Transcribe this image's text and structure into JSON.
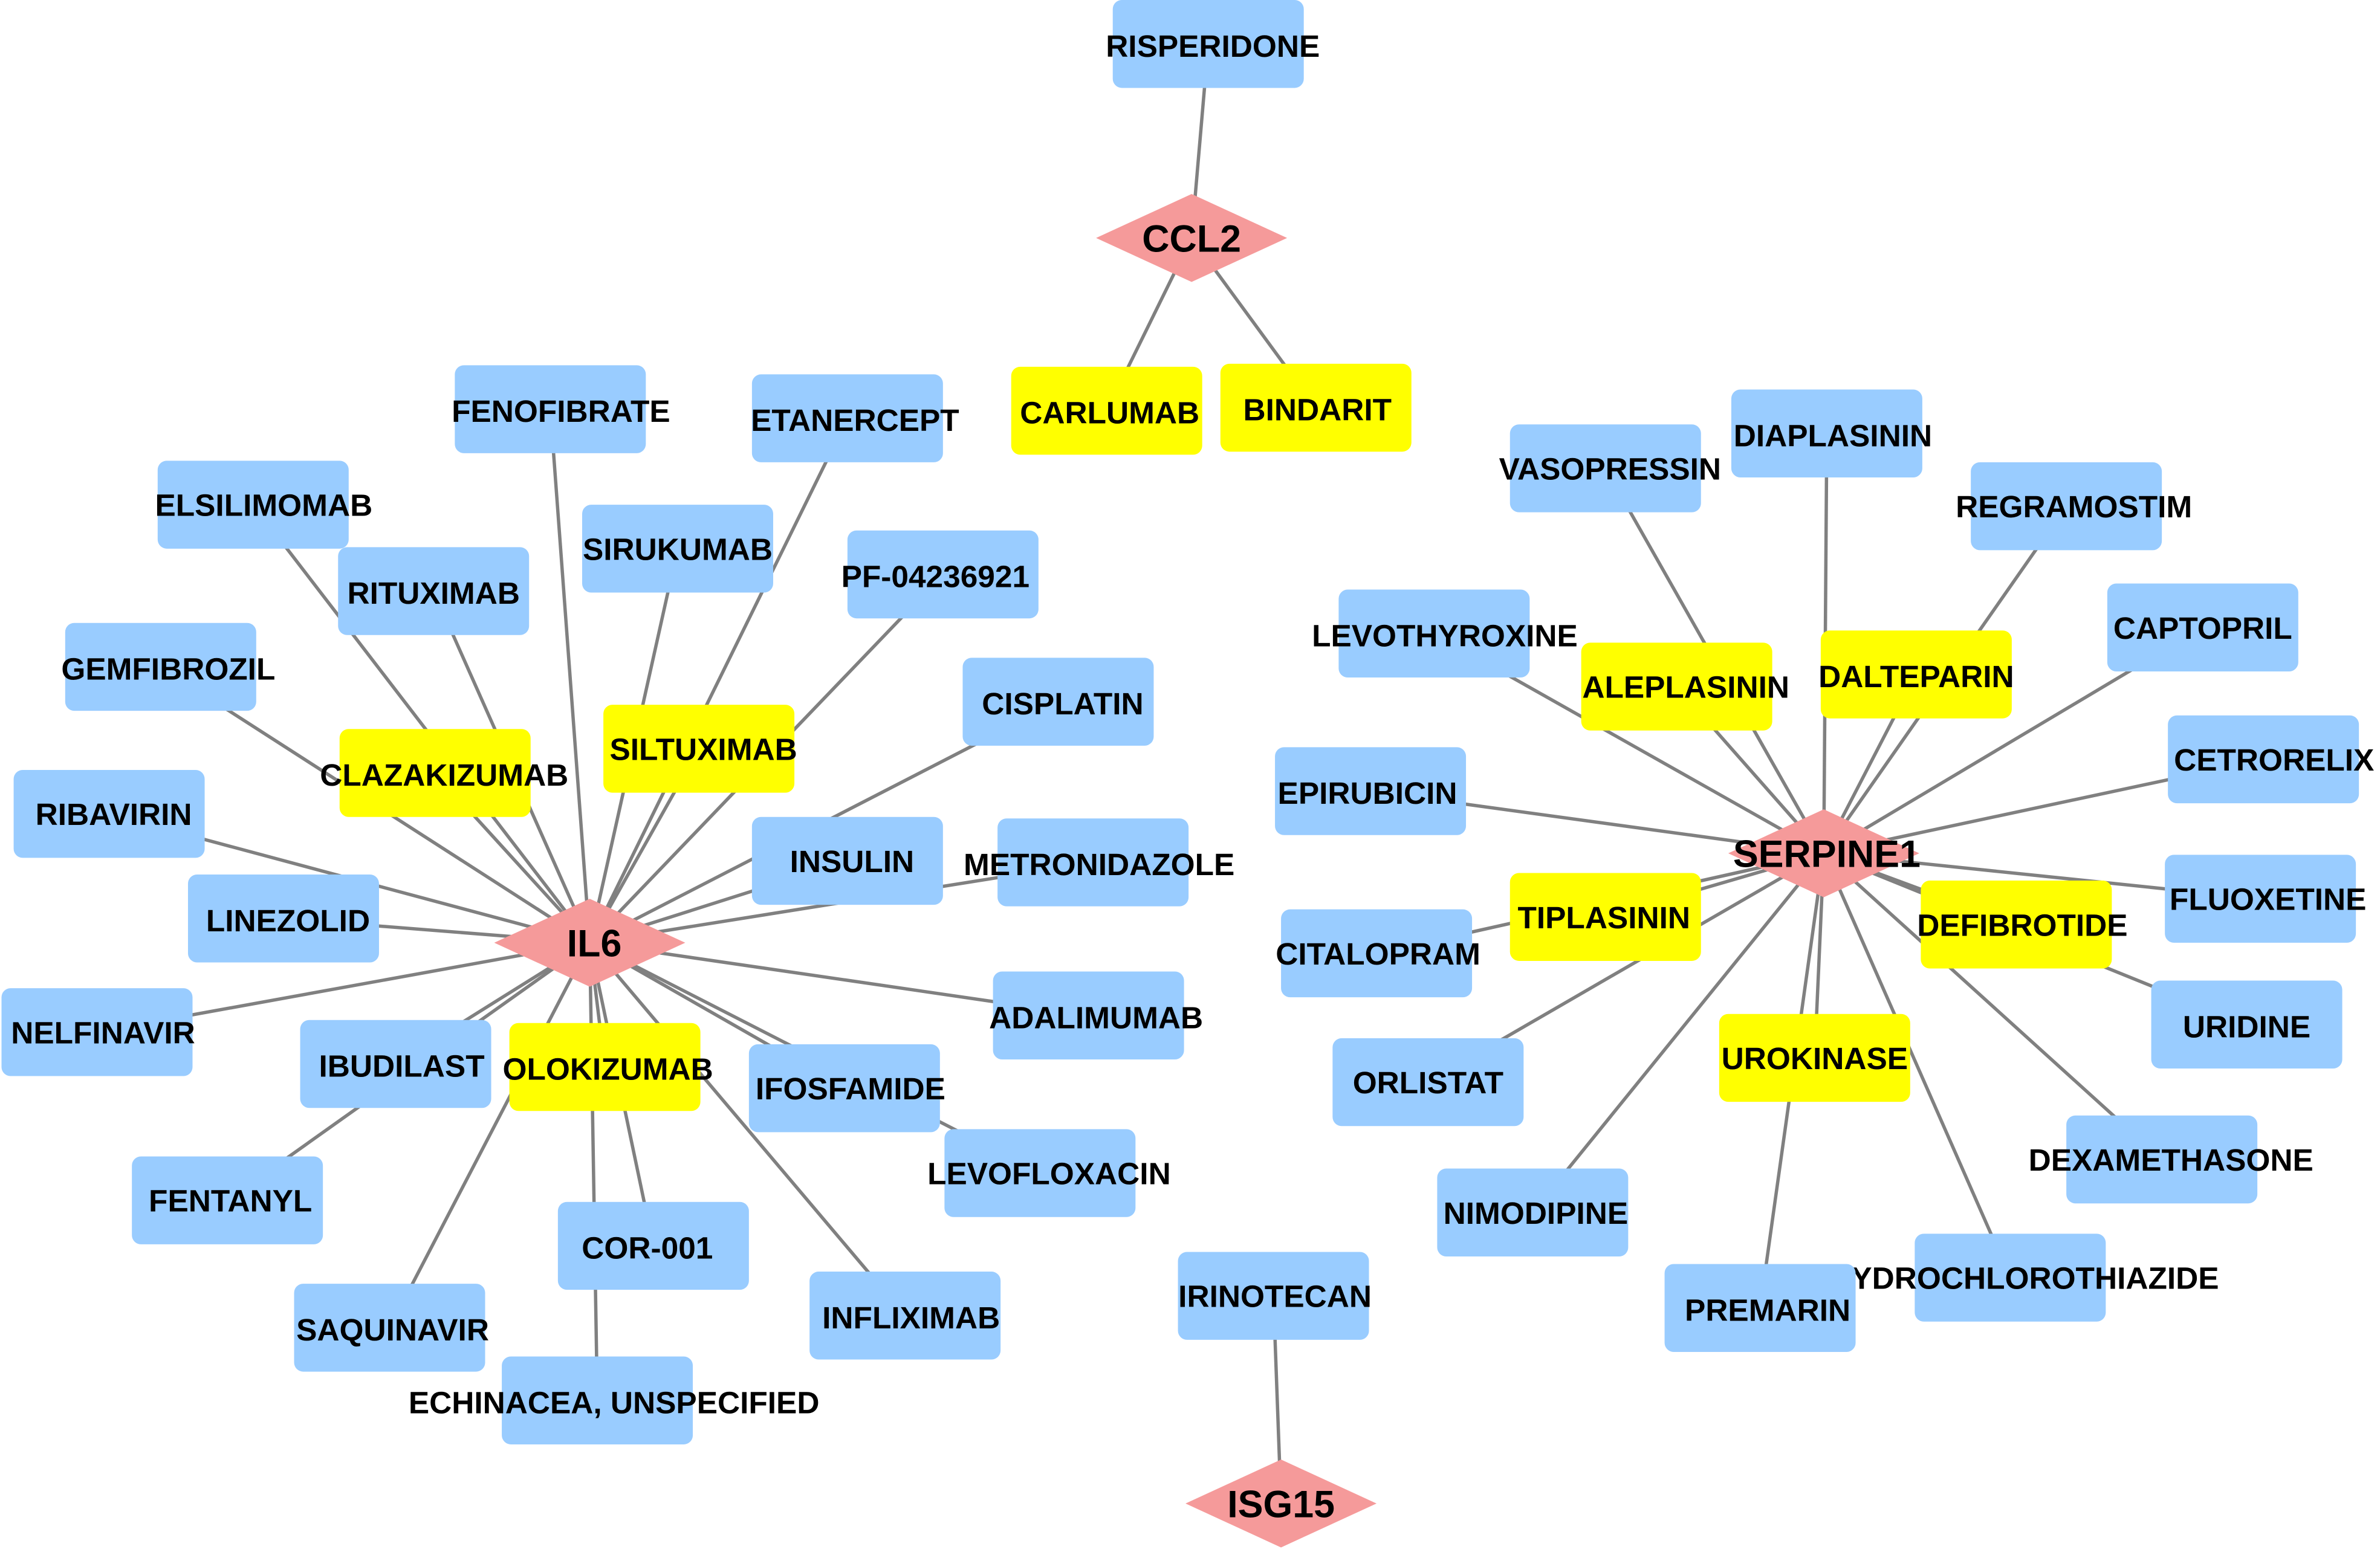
{
  "style": {
    "background": "#FFFFFF",
    "edge_color": "#808080",
    "label_color": "#000000"
  },
  "network": {
    "genes": [
      {
        "label": "CCL2",
        "fill": "#F59A9A",
        "drugs": [
          {
            "label": "RISPERIDONE",
            "fill": "#99CCFF"
          },
          {
            "label": "CARLUMAB",
            "fill": "#FFFF00"
          },
          {
            "label": "BINDARIT",
            "fill": "#FFFF00"
          }
        ]
      },
      {
        "label": "IL6",
        "fill": "#F59A9A",
        "drugs": [
          {
            "label": "FENOFIBRATE",
            "fill": "#99CCFF"
          },
          {
            "label": "ETANERCEPT",
            "fill": "#99CCFF"
          },
          {
            "label": "ELSILIMOMAB",
            "fill": "#99CCFF"
          },
          {
            "label": "SIRUKUMAB",
            "fill": "#99CCFF"
          },
          {
            "label": "RITUXIMAB",
            "fill": "#99CCFF"
          },
          {
            "label": "PF-04236921",
            "fill": "#99CCFF"
          },
          {
            "label": "GEMFIBROZIL",
            "fill": "#99CCFF"
          },
          {
            "label": "CISPLATIN",
            "fill": "#99CCFF"
          },
          {
            "label": "CLAZAKIZUMAB",
            "fill": "#FFFF00"
          },
          {
            "label": "SILTUXIMAB",
            "fill": "#FFFF00"
          },
          {
            "label": "RIBAVIRIN",
            "fill": "#99CCFF"
          },
          {
            "label": "INSULIN",
            "fill": "#99CCFF"
          },
          {
            "label": "METRONIDAZOLE",
            "fill": "#99CCFF"
          },
          {
            "label": "LINEZOLID",
            "fill": "#99CCFF"
          },
          {
            "label": "NELFINAVIR",
            "fill": "#99CCFF"
          },
          {
            "label": "ADALIMUMAB",
            "fill": "#99CCFF"
          },
          {
            "label": "IBUDILAST",
            "fill": "#99CCFF"
          },
          {
            "label": "OLOKIZUMAB",
            "fill": "#FFFF00"
          },
          {
            "label": "IFOSFAMIDE",
            "fill": "#99CCFF"
          },
          {
            "label": "LEVOFLOXACIN",
            "fill": "#99CCFF"
          },
          {
            "label": "FENTANYL",
            "fill": "#99CCFF"
          },
          {
            "label": "COR-001",
            "fill": "#99CCFF"
          },
          {
            "label": "INFLIXIMAB",
            "fill": "#99CCFF"
          },
          {
            "label": "SAQUINAVIR",
            "fill": "#99CCFF"
          },
          {
            "label": "ECHINACEA, UNSPECIFIED",
            "fill": "#99CCFF"
          }
        ]
      },
      {
        "label": "SERPINE1",
        "fill": "#F59A9A",
        "drugs": [
          {
            "label": "VASOPRESSIN",
            "fill": "#99CCFF"
          },
          {
            "label": "DIAPLASININ",
            "fill": "#99CCFF"
          },
          {
            "label": "REGRAMOSTIM",
            "fill": "#99CCFF"
          },
          {
            "label": "LEVOTHYROXINE",
            "fill": "#99CCFF"
          },
          {
            "label": "CAPTOPRIL",
            "fill": "#99CCFF"
          },
          {
            "label": "ALEPLASININ",
            "fill": "#FFFF00"
          },
          {
            "label": "DALTEPARIN",
            "fill": "#FFFF00"
          },
          {
            "label": "CETRORELIX",
            "fill": "#99CCFF"
          },
          {
            "label": "EPIRUBICIN",
            "fill": "#99CCFF"
          },
          {
            "label": "TIPLASININ",
            "fill": "#FFFF00"
          },
          {
            "label": "FLUOXETINE",
            "fill": "#99CCFF"
          },
          {
            "label": "CITALOPRAM",
            "fill": "#99CCFF"
          },
          {
            "label": "DEFIBROTIDE",
            "fill": "#FFFF00"
          },
          {
            "label": "URIDINE",
            "fill": "#99CCFF"
          },
          {
            "label": "ORLISTAT",
            "fill": "#99CCFF"
          },
          {
            "label": "UROKINASE",
            "fill": "#FFFF00"
          },
          {
            "label": "DEXAMETHASONE",
            "fill": "#99CCFF"
          },
          {
            "label": "NIMODIPINE",
            "fill": "#99CCFF"
          },
          {
            "label": "HYDROCHLOROTHIAZIDE",
            "fill": "#99CCFF"
          },
          {
            "label": "PREMARIN",
            "fill": "#99CCFF"
          }
        ]
      },
      {
        "label": "ISG15",
        "fill": "#F59A9A",
        "drugs": [
          {
            "label": "IRINOTECAN",
            "fill": "#99CCFF"
          }
        ]
      }
    ]
  }
}
